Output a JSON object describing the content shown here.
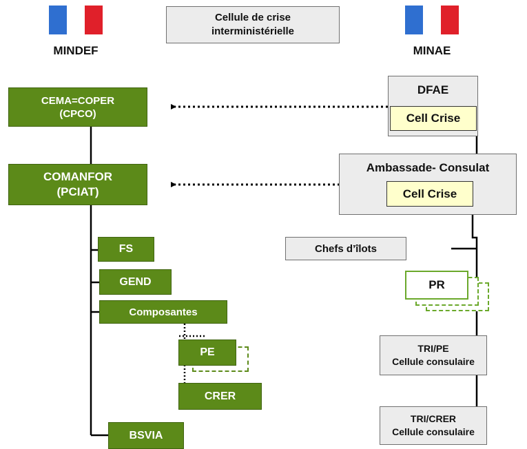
{
  "header": {
    "left_label": "MINDEF",
    "right_label": "MINAE",
    "center_box": "Cellule de crise\ninterministérielle"
  },
  "flag_colors": {
    "blue": "#2f6fd0",
    "white": "#ffffff",
    "red": "#e0202a"
  },
  "mindef": {
    "cema": "CEMA=COPER\n(CPCO)",
    "comanfor": "COMANFOR\n(PCIAT)",
    "fs": "FS",
    "gend": "GEND",
    "composantes": "Composantes",
    "pe": "PE",
    "crer": "CRER",
    "bsvia": "BSVIA"
  },
  "minae": {
    "dfae": "DFAE",
    "dfae_cell": "Cell Crise",
    "ambassade": "Ambassade- Consulat",
    "ambassade_cell": "Cell Crise",
    "chefs_ilots": "Chefs d’îlots",
    "pr": "PR",
    "tri_pe": "TRI/PE\nCellule consulaire",
    "tri_crer": "TRI/CRER\nCellule consulaire"
  },
  "colors": {
    "green": "#5c8a19",
    "grey_box": "#ececec",
    "cell_yellow": "#ffffcc",
    "pr_border": "#6aa82a"
  }
}
